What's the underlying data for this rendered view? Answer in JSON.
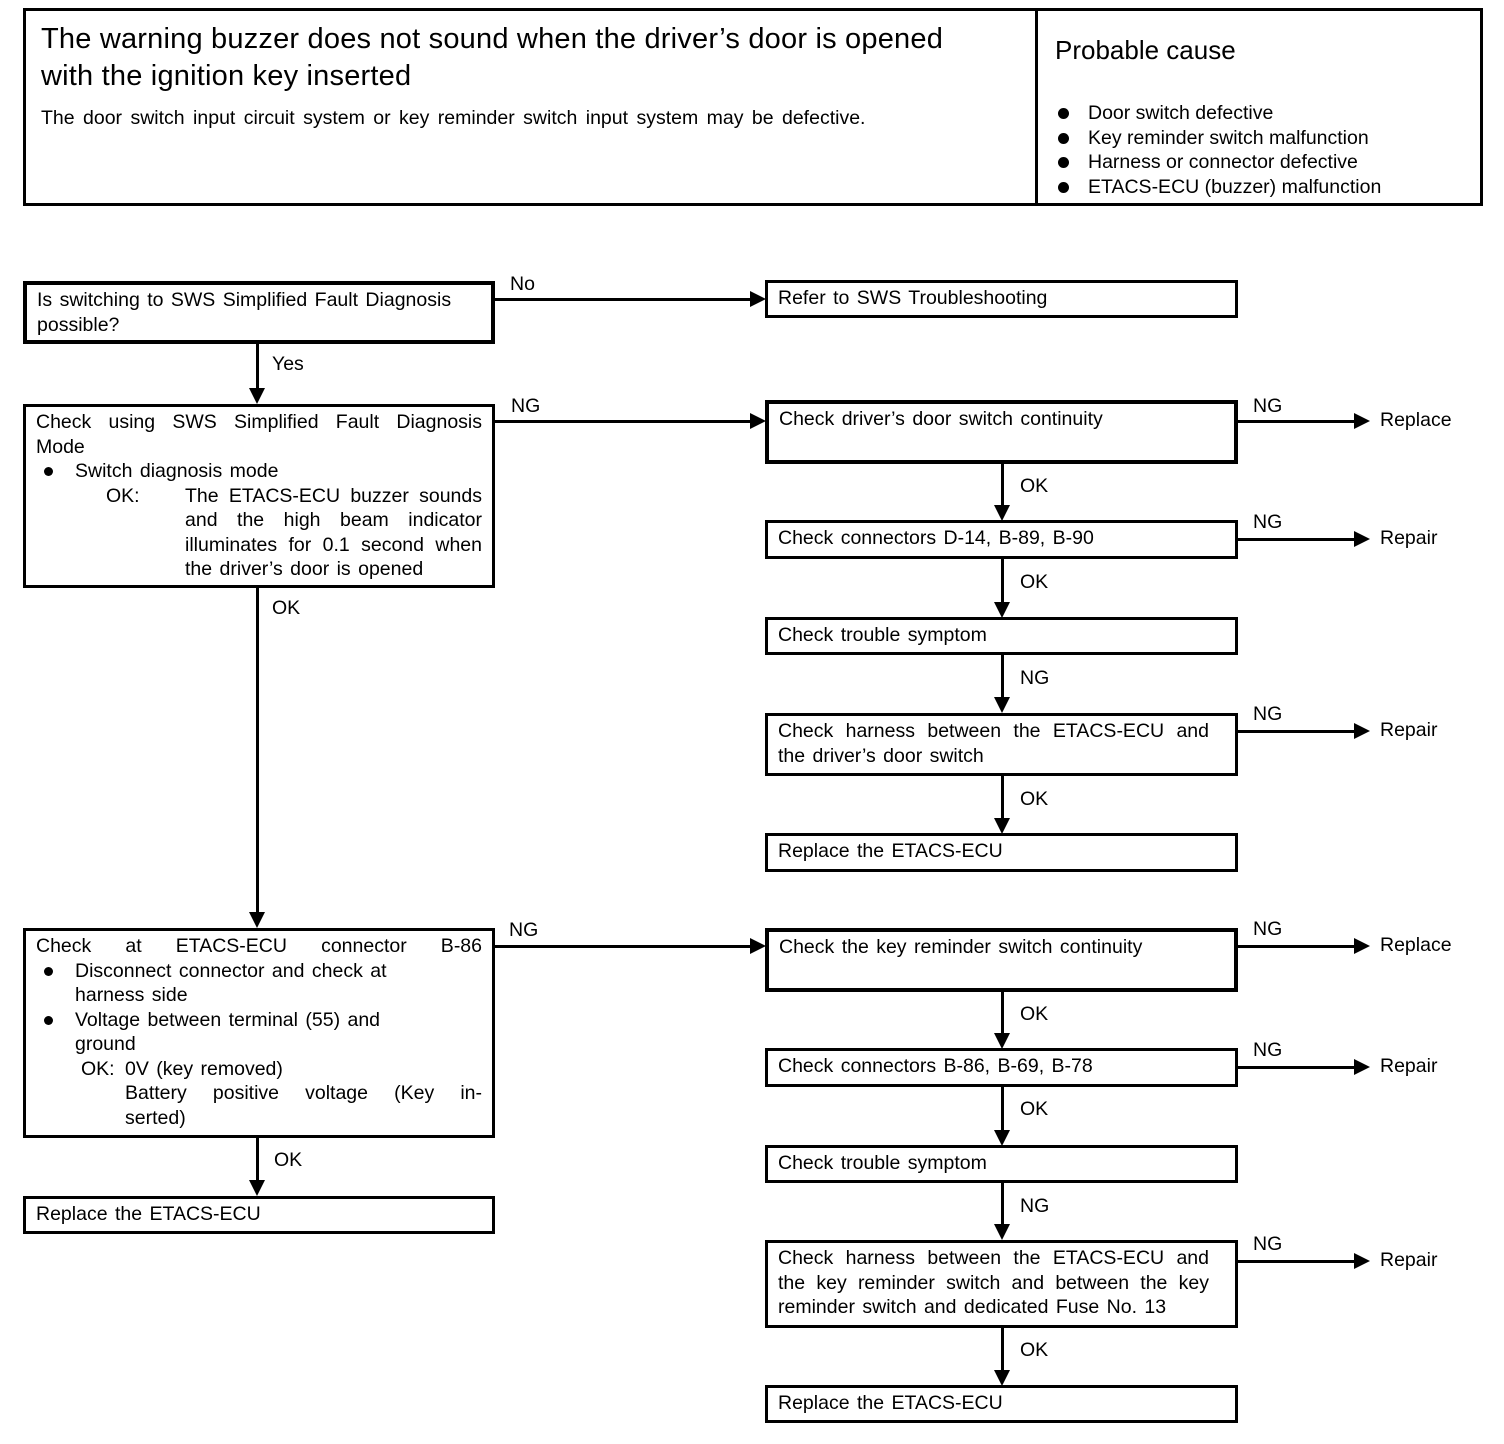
{
  "header": {
    "title": "The warning buzzer does not sound when the driver’s door is opened with the ignition key inserted",
    "subtitle": "The door switch input circuit system or key reminder switch input system may be defective.",
    "probable_cause": {
      "title": "Probable cause",
      "items": [
        "Door switch defective",
        "Key reminder switch malfunction",
        "Harness or connector defective",
        "ETACS-ECU (buzzer) malfunction"
      ]
    }
  },
  "flowchart": {
    "nodes": {
      "q_sws_possible": {
        "text": "Is switching to SWS Simplified Fault Diagnosis possible?"
      },
      "refer_sws": {
        "text": "Refer to SWS Troubleshooting"
      },
      "check_sws_mode": {
        "title": "Check using SWS Simplified Fault Diagnosis Mode",
        "bullet1": "Switch diagnosis mode",
        "ok_key": "OK:",
        "ok_text": "The ETACS-ECU buzzer sounds and the high beam indicator illuminates for 0.1 second when the driver’s door is opened"
      },
      "check_door_switch": {
        "text": "Check driver’s door switch continuity"
      },
      "check_connectors_door": {
        "text": "Check connectors D-14, B-89, B-90"
      },
      "check_symptom_door": {
        "text": "Check trouble symptom"
      },
      "check_harness_door": {
        "text": "Check harness between the ETACS-ECU and the driver’s door switch"
      },
      "replace_ecu_door": {
        "text": "Replace the ETACS-ECU"
      },
      "check_b86": {
        "title": "Check at ETACS-ECU connector B-86",
        "bullet1": "Disconnect connector and check at harness side",
        "bullet2": "Voltage between terminal (55) and ground",
        "ok_key": "OK:",
        "ok_line1": "0V (key removed)",
        "ok_line2": "Battery positive voltage (Key in-",
        "ok_line3": "serted)"
      },
      "replace_ecu_left": {
        "text": "Replace the ETACS-ECU"
      },
      "check_key_reminder": {
        "text": "Check the key reminder switch continuity"
      },
      "check_connectors_key": {
        "text": "Check connectors B-86, B-69, B-78"
      },
      "check_symptom_key": {
        "text": "Check trouble symptom"
      },
      "check_harness_key": {
        "text": "Check harness between the ETACS-ECU and the key reminder switch and between the key reminder switch and dedicated Fuse No. 13"
      },
      "replace_ecu_key": {
        "text": "Replace the ETACS-ECU"
      }
    },
    "edges": [
      {
        "from": "q_sws_possible",
        "to": "refer_sws",
        "label": "No"
      },
      {
        "from": "q_sws_possible",
        "to": "check_sws_mode",
        "label": "Yes"
      },
      {
        "from": "check_sws_mode",
        "to": "check_door_switch",
        "label": "NG"
      },
      {
        "from": "check_sws_mode",
        "to": "check_b86",
        "label": "OK"
      },
      {
        "from": "check_door_switch",
        "to": "terminal",
        "label": "NG",
        "terminal": "Replace"
      },
      {
        "from": "check_door_switch",
        "to": "check_connectors_door",
        "label": "OK"
      },
      {
        "from": "check_connectors_door",
        "to": "terminal",
        "label": "NG",
        "terminal": "Repair"
      },
      {
        "from": "check_connectors_door",
        "to": "check_symptom_door",
        "label": "OK"
      },
      {
        "from": "check_symptom_door",
        "to": "check_harness_door",
        "label": "NG"
      },
      {
        "from": "check_harness_door",
        "to": "terminal",
        "label": "NG",
        "terminal": "Repair"
      },
      {
        "from": "check_harness_door",
        "to": "replace_ecu_door",
        "label": "OK"
      },
      {
        "from": "check_b86",
        "to": "check_key_reminder",
        "label": "NG"
      },
      {
        "from": "check_b86",
        "to": "replace_ecu_left",
        "label": "OK"
      },
      {
        "from": "check_key_reminder",
        "to": "terminal",
        "label": "NG",
        "terminal": "Replace"
      },
      {
        "from": "check_key_reminder",
        "to": "check_connectors_key",
        "label": "OK"
      },
      {
        "from": "check_connectors_key",
        "to": "terminal",
        "label": "NG",
        "terminal": "Repair"
      },
      {
        "from": "check_connectors_key",
        "to": "check_symptom_key",
        "label": "OK"
      },
      {
        "from": "check_symptom_key",
        "to": "check_harness_key",
        "label": "NG"
      },
      {
        "from": "check_harness_key",
        "to": "terminal",
        "label": "NG",
        "terminal": "Repair"
      },
      {
        "from": "check_harness_key",
        "to": "replace_ecu_key",
        "label": "OK"
      }
    ]
  }
}
